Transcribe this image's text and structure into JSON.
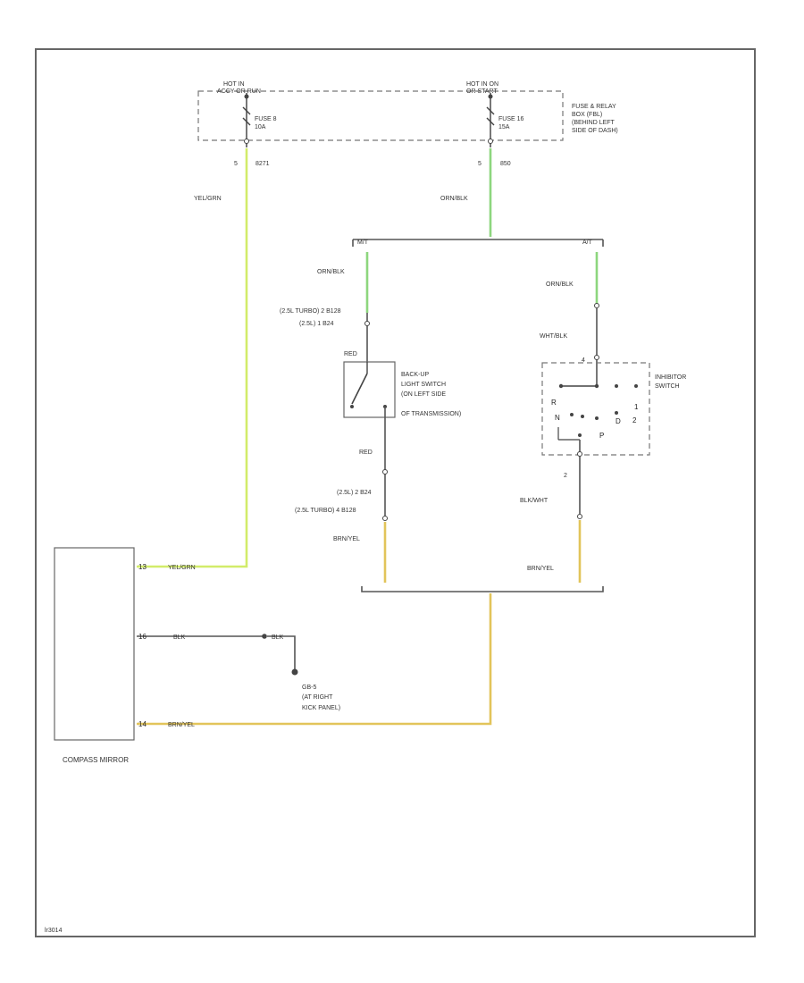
{
  "diagram": {
    "id_code": "lr3014",
    "fuse_box": {
      "hot_left": [
        "HOT IN",
        "ACCY OR RUN"
      ],
      "hot_right": [
        "HOT IN ON",
        "OR START"
      ],
      "fuse_left": [
        "FUSE 8",
        "10A"
      ],
      "fuse_right": [
        "FUSE 16",
        "15A"
      ],
      "desc": [
        "FUSE & RELAY",
        "BOX (FBL)",
        "(BEHIND LEFT",
        "SIDE OF DASH)"
      ]
    },
    "left_circuit": {
      "pin": "5",
      "circuit": "8271",
      "wire": "YEL/GRN"
    },
    "right_circuit": {
      "pin": "5",
      "circuit": "850",
      "wire": "ORN/BLK"
    },
    "splice_mt": "M/T",
    "splice_at": "A/T",
    "backup_switch": {
      "wire_in": "ORN/BLK",
      "conn_line1": "(2.5L TURBO) 2    B128",
      "conn_line2": "(2.5L) 1    B24",
      "top_wire": "RED",
      "desc": [
        "BACK-UP",
        "LIGHT SWITCH",
        "(ON LEFT SIDE",
        "OF TRANSMISSION)"
      ],
      "out_wire": "RED",
      "out_conn1": "(2.5L) 2    B24",
      "out_conn2": "(2.5L TURBO) 4    B128",
      "bottom_wire": "BRN/YEL"
    },
    "inhibitor_switch": {
      "wire_in": "ORN/BLK",
      "wire_mid": "WHT/BLK",
      "pin_top": "4",
      "desc": [
        "INHIBITOR",
        "SWITCH"
      ],
      "positions": [
        "R",
        "N",
        "D",
        "2",
        "1",
        "P"
      ],
      "pin_bottom": "2",
      "wire_out": "BLK/WHT",
      "bottom_wire": "BRN/YEL"
    },
    "mirror": {
      "label": "COMPASS MIRROR",
      "pin1": "13",
      "pin1_wire": "YEL/GRN",
      "pin2": "16",
      "pin2_wire": "BLK",
      "pin2_wire2": "BLK",
      "pin3": "14",
      "pin3_wire": "BRN/YEL"
    },
    "ground": {
      "name": "GB-5",
      "desc": [
        "(AT RIGHT",
        "KICK PANEL)"
      ]
    },
    "colors": {
      "yellow_green": "#d2ec6a",
      "orange_black": "#8dd67e",
      "brown_yellow": "#e2c45a",
      "wire_gray": "#555555",
      "frame": "#666666"
    }
  }
}
